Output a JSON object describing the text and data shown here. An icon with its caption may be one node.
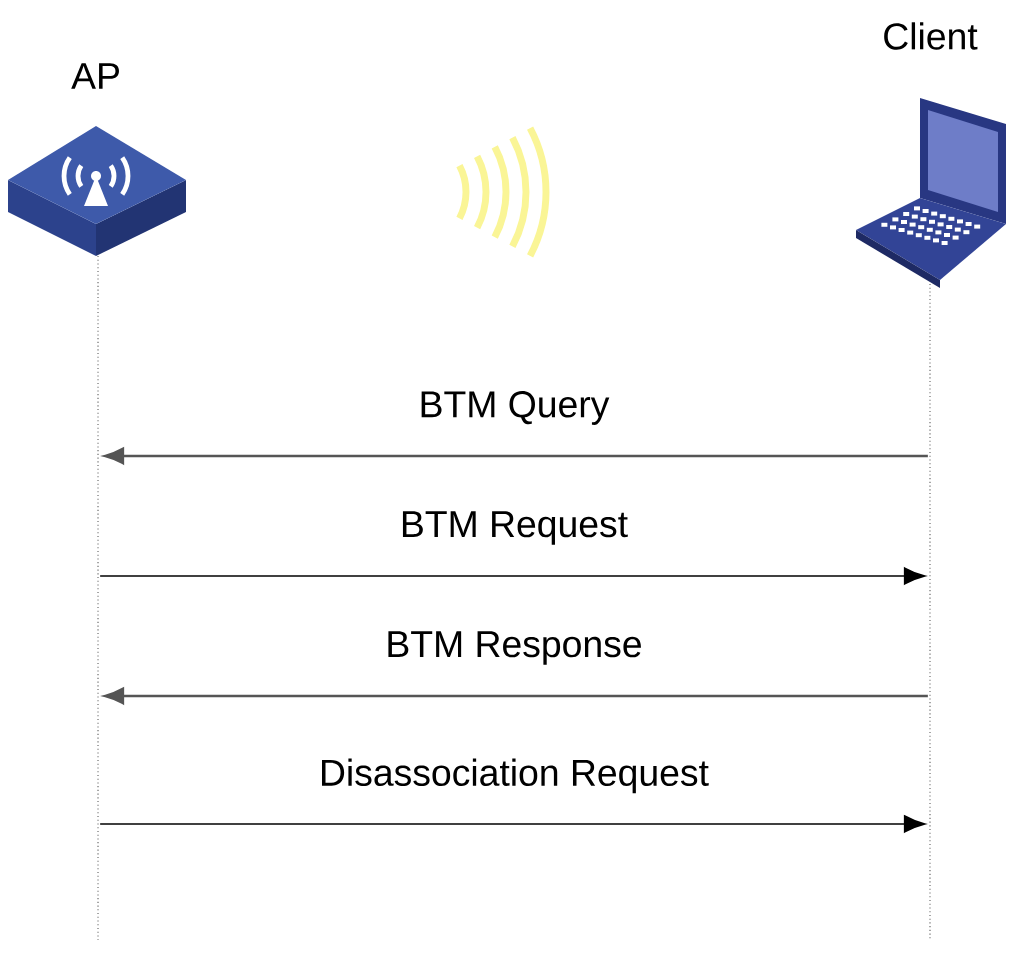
{
  "diagram": {
    "nodes": [
      {
        "text": [
          "AP"
        ]
      },
      {
        "text": [
          "Client"
        ]
      },
      {
        "text": [],
        "shape": "line"
      },
      {
        "text": [],
        "shape": "line"
      }
    ],
    "edges": [
      {
        "from": 3,
        "to": 2,
        "arrow": "to",
        "label": "BTM Query",
        "color": "#555555"
      },
      {
        "from": 2,
        "to": 3,
        "arrow": "to",
        "label": "BTM Request"
      },
      {
        "from": 3,
        "to": 2,
        "arrow": "to",
        "label": "BTM Response",
        "color": "#555555"
      },
      {
        "from": 2,
        "to": 3,
        "arrow": "to",
        "label": "Disassociation Request"
      }
    ]
  }
}
